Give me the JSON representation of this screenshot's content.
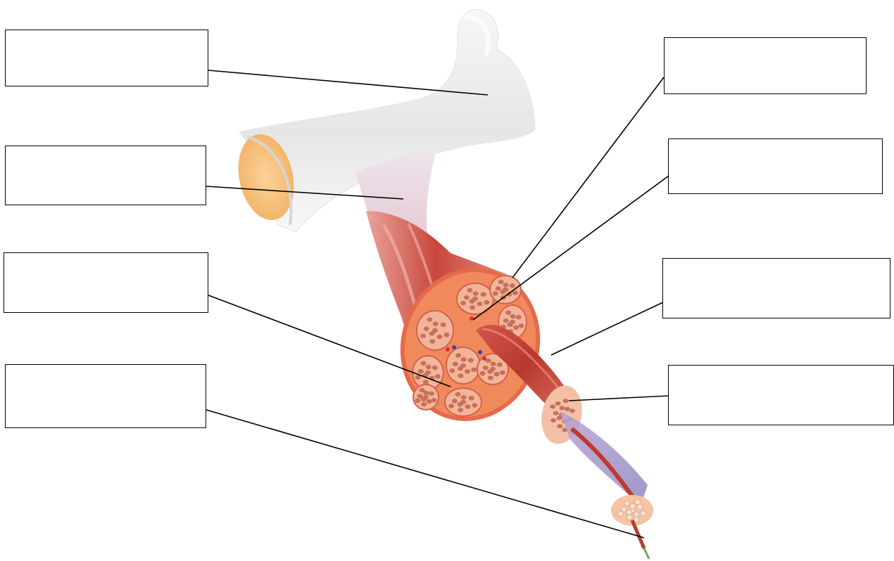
{
  "diagram": {
    "type": "muscle-structure-labeling",
    "colors": {
      "bone": "#ececec",
      "bone_cut": "#f6c17c",
      "tendon": "#e6d4e3",
      "muscle": "#c84c42",
      "muscle_light": "#e58a78",
      "fascicle": "#f2b59a",
      "fiber": "#c8705a",
      "vein": "#4040c0",
      "artery": "#e03020",
      "sheath": "#a098c8",
      "leader_line": "#000000"
    },
    "labels": [
      {
        "id": "label-bone",
        "text": ""
      },
      {
        "id": "label-tendon",
        "text": ""
      },
      {
        "id": "label-fascicle",
        "text": ""
      },
      {
        "id": "label-myofibril",
        "text": ""
      },
      {
        "id": "label-epimysium",
        "text": ""
      },
      {
        "id": "label-blood-vessels",
        "text": ""
      },
      {
        "id": "label-muscle-fiber",
        "text": ""
      },
      {
        "id": "label-perimysium",
        "text": ""
      }
    ]
  }
}
